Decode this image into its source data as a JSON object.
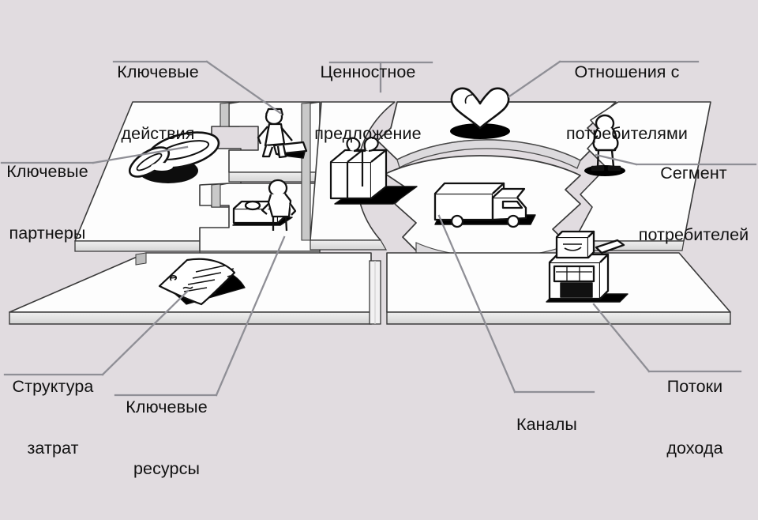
{
  "diagram": {
    "title": "Business Model Canvas",
    "type": "business-model-canvas-3d",
    "background_color": "#e1dce0",
    "panel_top_color": "#fdfdfd",
    "panel_edge_color": "#d8d8d8",
    "ink_color": "#111111",
    "leader_line_color": "#8f8f96"
  },
  "labels": {
    "key_partners": {
      "line1": "Ключевые",
      "line2": "партнеры"
    },
    "key_activities": {
      "line1": "Ключевые",
      "line2": "действия"
    },
    "value_proposition": {
      "line1": "Ценностное",
      "line2": "предложение"
    },
    "customer_relations": {
      "line1": "Отношения с",
      "line2": "потребителями"
    },
    "customer_segments": {
      "line1": "Сегмент",
      "line2": "потребителей"
    },
    "key_resources": {
      "line1": "Ключевые",
      "line2": "ресурсы"
    },
    "cost_structure": {
      "line1": "Структура",
      "line2": "затрат"
    },
    "channels": {
      "line1": "Каналы",
      "line2": ""
    },
    "revenue_streams": {
      "line1": "Потоки",
      "line2": "дохода"
    }
  },
  "icons": {
    "key_partners": "linked-rings-icon",
    "key_activities": "worker-hammering-icon",
    "key_resources": "worker-with-machine-icon",
    "value_proposition": "gift-box-icon",
    "customer_relations": "heart-icon",
    "customer_segments": "standing-person-icon",
    "channels": "delivery-truck-icon",
    "revenue_streams": "cash-register-icon",
    "cost_structure": "invoice-document-icon"
  }
}
